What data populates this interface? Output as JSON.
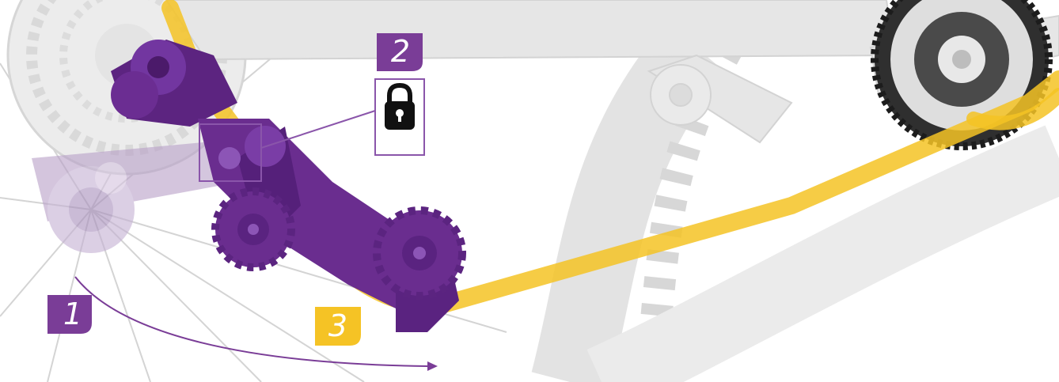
{
  "badges": [
    {
      "id": "1",
      "label": "1",
      "color": "#7a3d97"
    },
    {
      "id": "2",
      "label": "2",
      "color": "#7a3d97"
    },
    {
      "id": "3",
      "label": "3",
      "color": "#f5c325"
    }
  ],
  "lock_icon": "lock-icon",
  "colors": {
    "accent_purple": "#6a2d8f",
    "chain_yellow": "#f5c325",
    "frame_grey": "#e2e2e2",
    "spoke_grey": "#cfcfcf",
    "chainring_dark": "#3a3a3a"
  }
}
